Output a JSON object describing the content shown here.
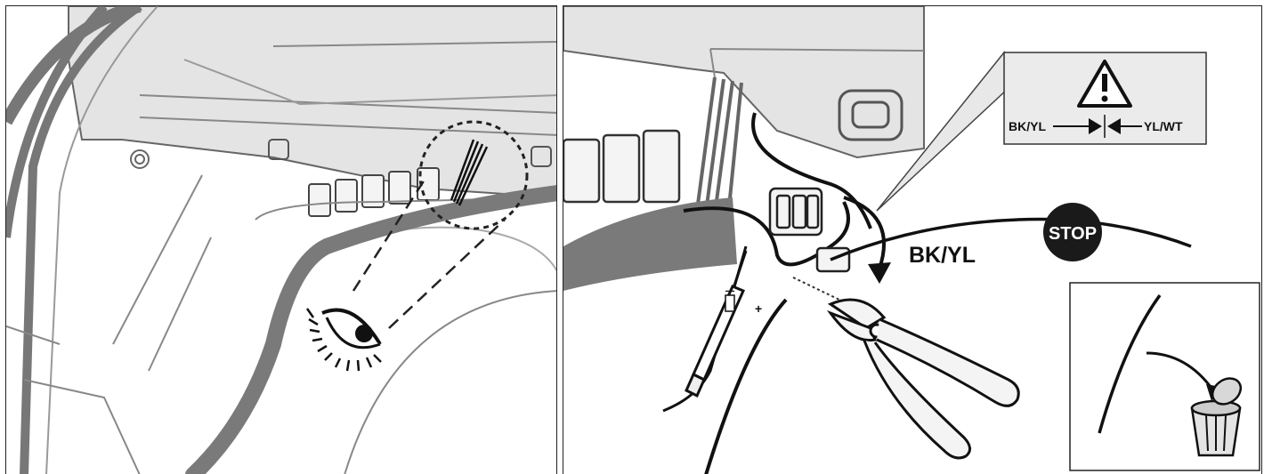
{
  "warning_callout": {
    "wire_left": "BK/YL",
    "wire_right": "YL/WT"
  },
  "wire_label": "BK/YL",
  "stop_sign": "STOP",
  "tester_marks": {
    "minus": "–",
    "plus": "+"
  },
  "colors": {
    "trim_fill": "#e4e4e4",
    "harness": "#7a7a7a",
    "outline": "#222222",
    "stop_fill": "#1a1a1a"
  }
}
